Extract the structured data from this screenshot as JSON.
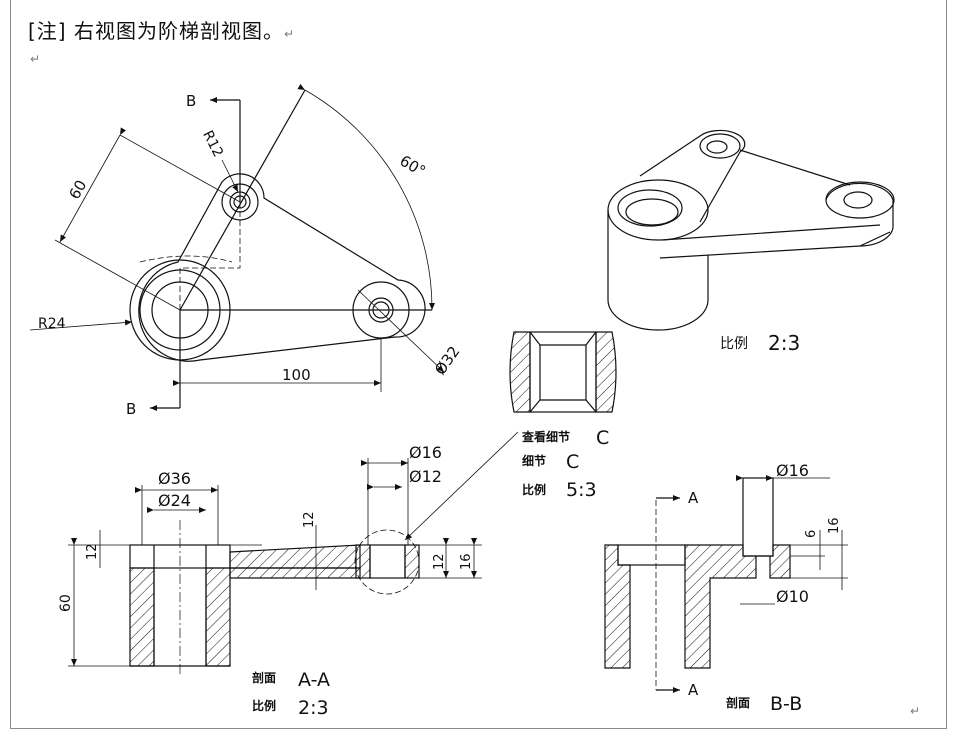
{
  "note": {
    "text": "[注] 右视图为阶梯剖视图。",
    "para_mark": "↵"
  },
  "top_view": {
    "section_label_top": "B",
    "section_label_bottom": "B",
    "dim_r12": "R12",
    "dim_60": "60",
    "dim_angle": "60°",
    "dim_r24": "R24",
    "dim_100": "100",
    "dim_d32": "Ø32"
  },
  "iso_view": {
    "scale_label": "比例",
    "scale_value": "2:3"
  },
  "detail_c": {
    "see_detail": "查看细节",
    "see_detail_letter": "C",
    "detail": "细节",
    "detail_letter": "C",
    "scale_label": "比例",
    "scale_value": "5:3"
  },
  "section_aa": {
    "dim_d36": "Ø36",
    "dim_d24": "Ø24",
    "dim_d16": "Ø16",
    "dim_d12": "Ø12",
    "dim_12_left": "12",
    "dim_60": "60",
    "dim_12_mid": "12",
    "dim_12_right": "12",
    "dim_16_right": "16",
    "title_label": "剖面",
    "title_value": "A-A",
    "scale_label": "比例",
    "scale_value": "2:3"
  },
  "section_bb": {
    "label_a_top": "A",
    "label_a_bottom": "A",
    "dim_d16": "Ø16",
    "dim_6": "6",
    "dim_16": "16",
    "dim_d10": "Ø10",
    "title_label": "剖面",
    "title_value": "B-B"
  }
}
